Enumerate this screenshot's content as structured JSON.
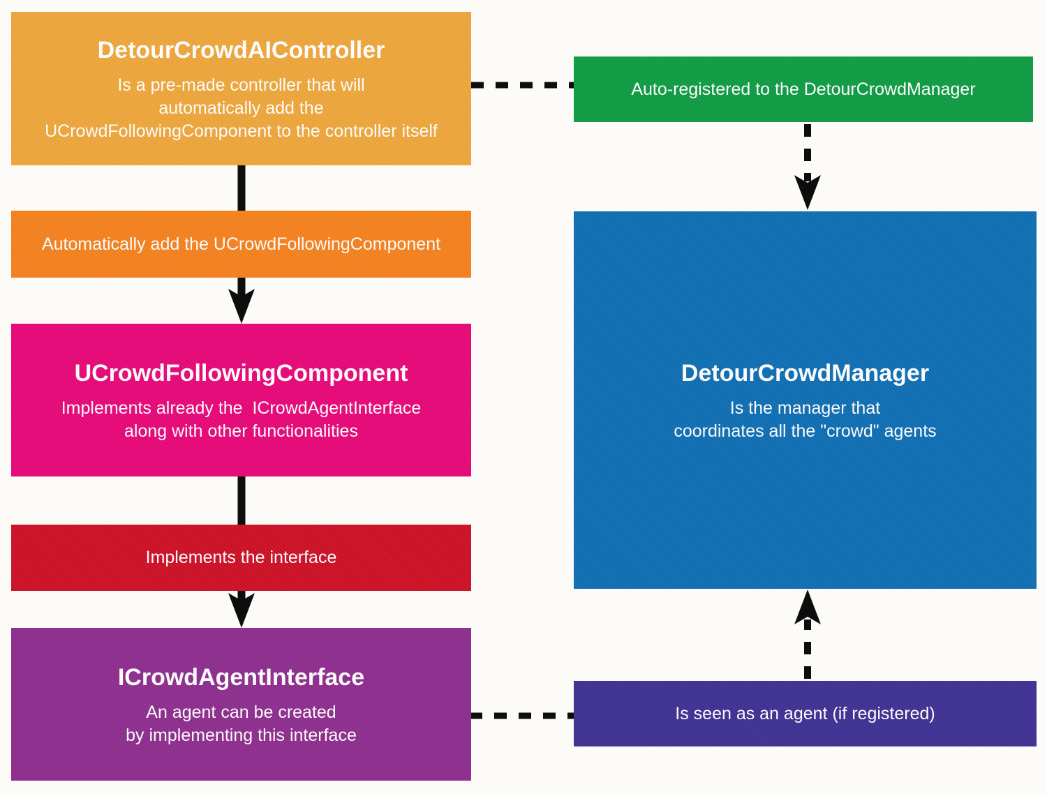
{
  "diagram": {
    "background_color": "#FCFBF7",
    "arrow_color": "#0D0D0D",
    "nodes": {
      "ai_controller": {
        "title": "DetourCrowdAIController",
        "lines": [
          "Is a pre-made controller that will",
          "automatically add the",
          "UCrowdFollowingComponent to the controller itself"
        ],
        "color": "#EFA73C"
      },
      "add_component_label": {
        "text": "Automatically add the UCrowdFollowingComponent",
        "color": "#F6821F"
      },
      "crowd_following_component": {
        "title": "UCrowdFollowingComponent",
        "lines": [
          "Implements already the  ICrowdAgentInterface",
          "along with other functionalities"
        ],
        "color": "#E80879"
      },
      "implements_interface_label": {
        "text": "Implements the interface",
        "color": "#CE1126"
      },
      "crowd_agent_interface": {
        "title": "ICrowdAgentInterface",
        "lines": [
          "An agent can be created",
          "by implementing this interface"
        ],
        "color": "#8F2E8F"
      },
      "auto_registered_label": {
        "text": "Auto-registered to the DetourCrowdManager",
        "color": "#0F9C44"
      },
      "detour_crowd_manager": {
        "title": "DetourCrowdManager",
        "lines": [
          "Is the manager that",
          "coordinates all the \"crowd\" agents"
        ],
        "color": "#0F6FB4"
      },
      "seen_as_agent_label": {
        "text": "Is seen as an agent (if registered)",
        "color": "#3F3193"
      }
    }
  }
}
